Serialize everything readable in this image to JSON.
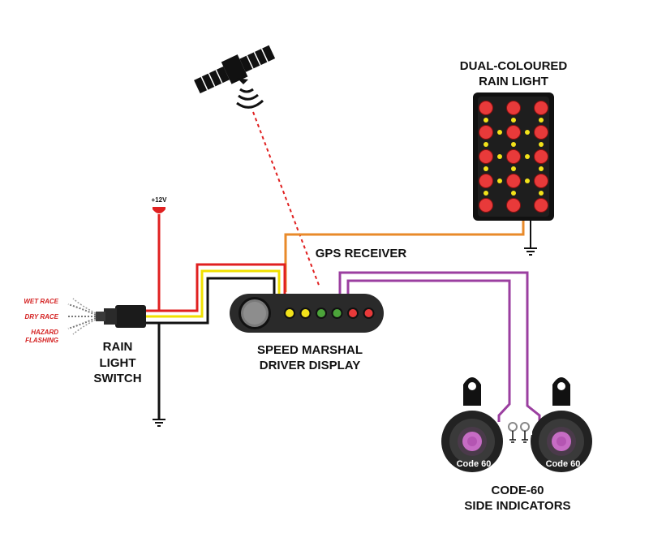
{
  "labels": {
    "rain_light_title_1": "DUAL-COLOURED",
    "rain_light_title_2": "RAIN LIGHT",
    "gps": "GPS RECEIVER",
    "display_1": "SPEED MARSHAL",
    "display_2": "DRIVER DISPLAY",
    "switch_1": "RAIN",
    "switch_2": "LIGHT",
    "switch_3": "SWITCH",
    "indicators_1": "CODE-60",
    "indicators_2": "SIDE INDICATORS",
    "power": "+12V",
    "switch_positions": [
      "WET RACE",
      "DRY RACE",
      "HAZARD",
      "FLASHING"
    ],
    "indicator_badge": "Code 60"
  },
  "colors": {
    "wire_red": "#e02020",
    "wire_yellow": "#f0e000",
    "wire_black": "#111111",
    "wire_orange": "#e88a2a",
    "wire_purple": "#9b3fa0",
    "led_red": "#e83a3a",
    "led_yellow": "#f2e21a",
    "led_green": "#4ca43a",
    "device_body": "#2a2a2a"
  },
  "display_leds": [
    "yellow",
    "yellow",
    "green",
    "green",
    "red",
    "red"
  ],
  "icons": [
    "satellite-icon",
    "ground-icon",
    "power-terminal-icon"
  ]
}
